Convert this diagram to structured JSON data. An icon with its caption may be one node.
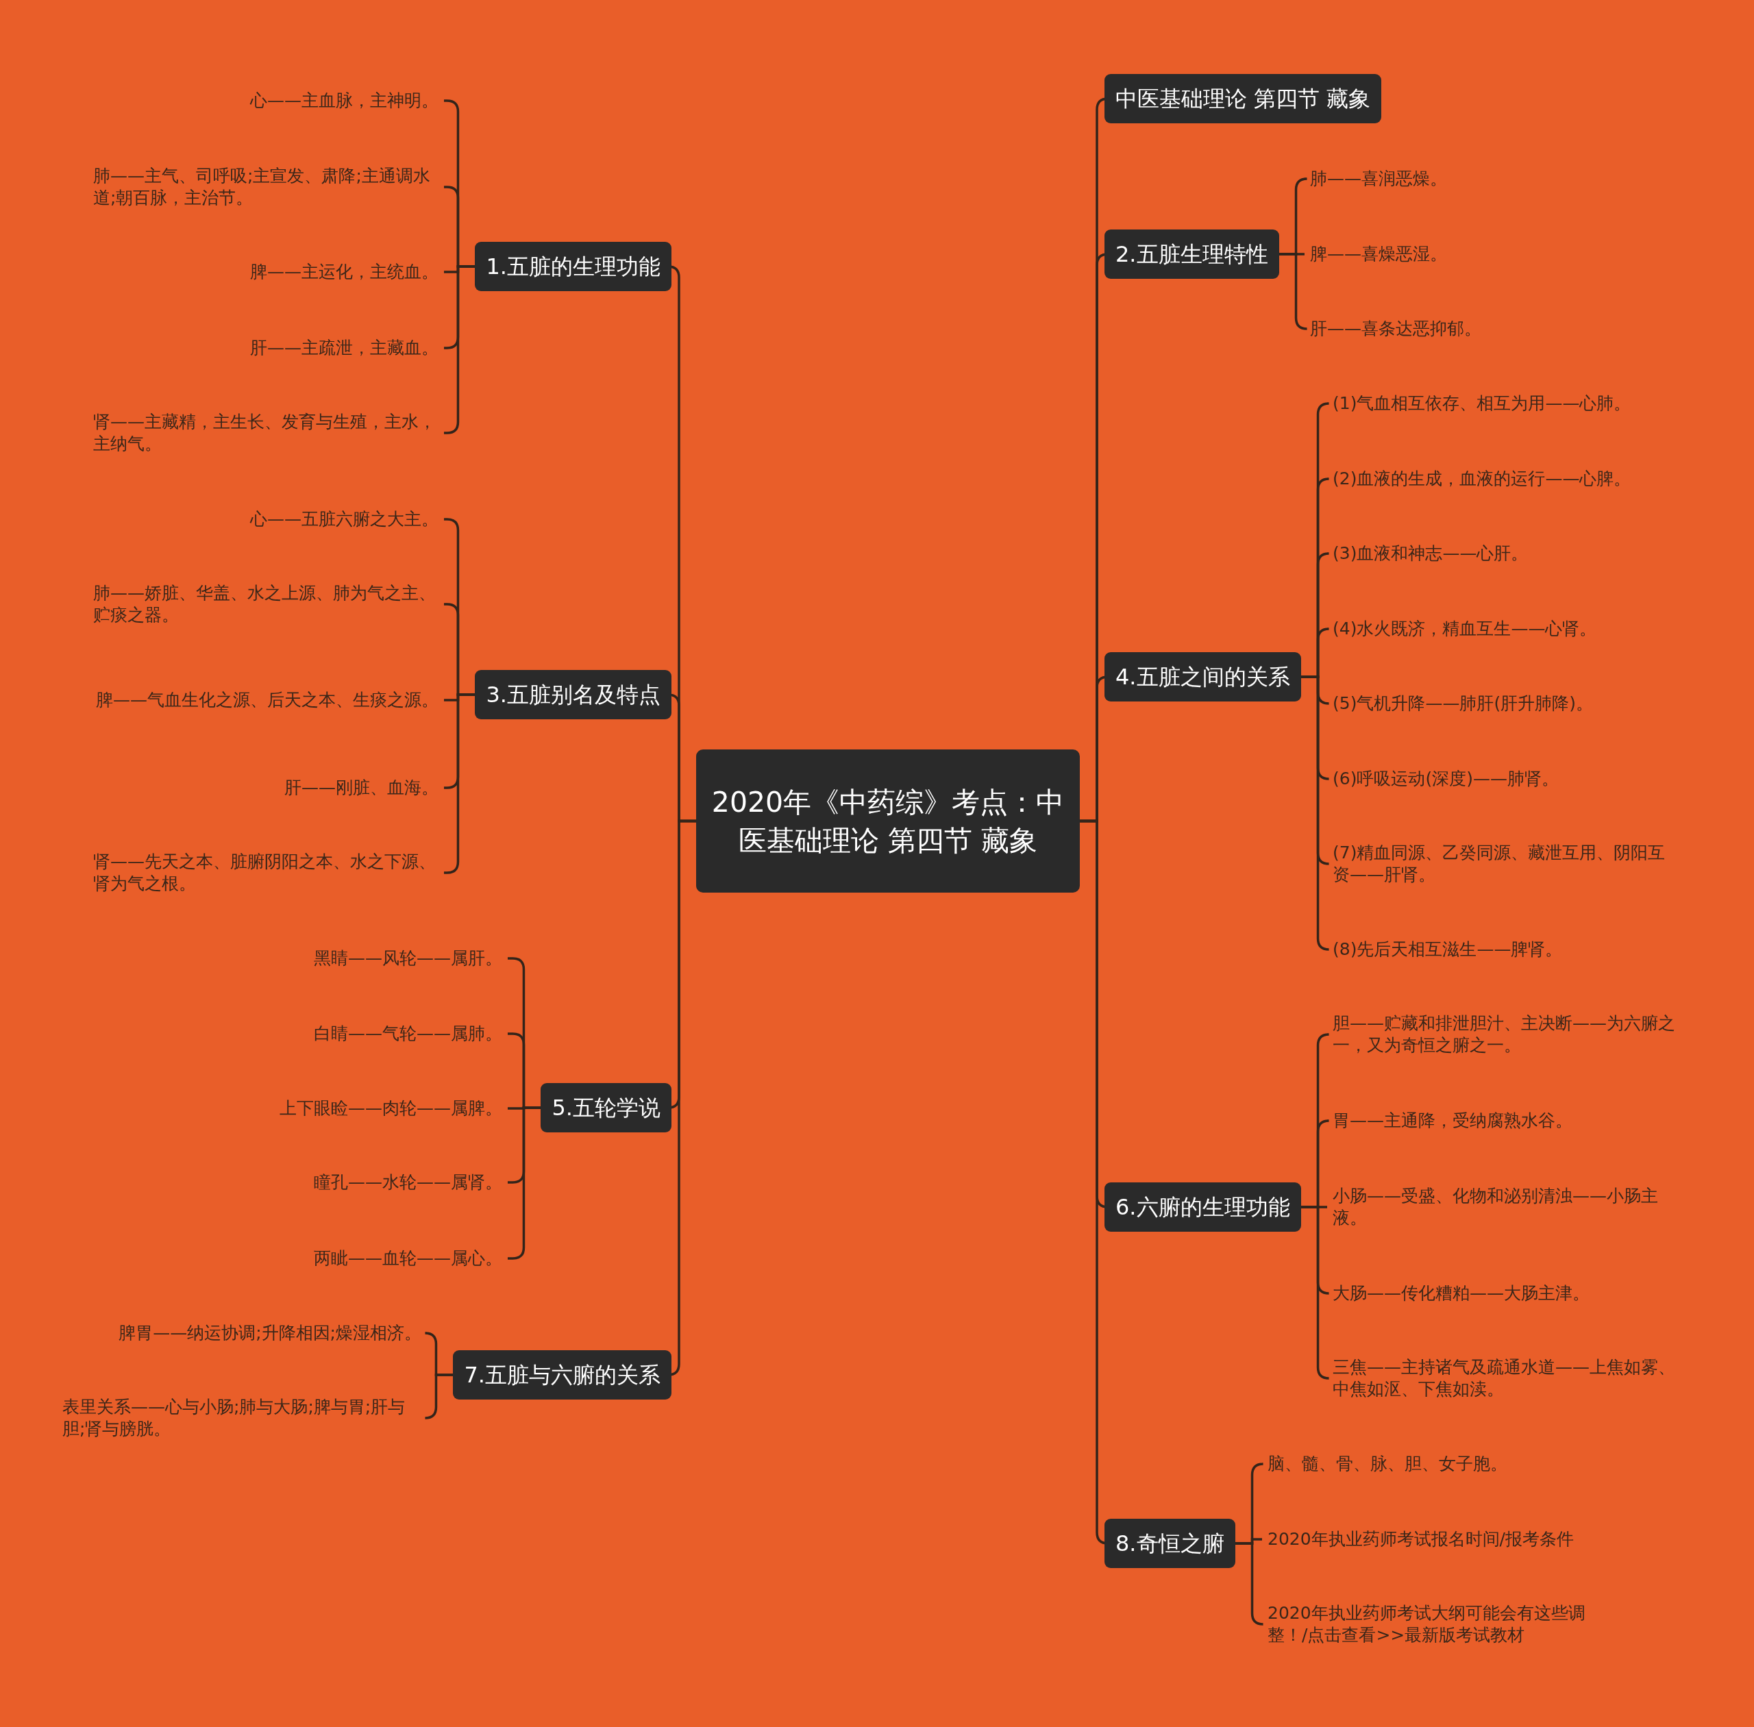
{
  "diagram": {
    "nodes": [
      {
        "text": [
          "2020年《中药综》考点：中医基础理论 第四节 藏象"
        ]
      },
      {
        "text": [
          "中医基础理论 第四节 藏象"
        ]
      },
      {
        "text": [
          "1.五脏的生理功能"
        ]
      },
      {
        "text": [
          "心——主血脉，主神明。"
        ]
      },
      {
        "text": [
          "肺——主气、司呼吸;主宣发、肃降;主通调水道;朝百脉，主治节。"
        ]
      },
      {
        "text": [
          "脾——主运化，主统血。"
        ]
      },
      {
        "text": [
          "肝——主疏泄，主藏血。"
        ]
      },
      {
        "text": [
          "肾——主藏精，主生长、发育与生殖，主水，主纳气。"
        ]
      },
      {
        "text": [
          "2.五脏生理特性"
        ]
      },
      {
        "text": [
          "肺——喜润恶燥。"
        ]
      },
      {
        "text": [
          "脾——喜燥恶湿。"
        ]
      },
      {
        "text": [
          "肝——喜条达恶抑郁。"
        ]
      },
      {
        "text": [
          "3.五脏别名及特点"
        ]
      },
      {
        "text": [
          "心——五脏六腑之大主。"
        ]
      },
      {
        "text": [
          "肺——娇脏、华盖、水之上源、肺为气之主、贮痰之器。"
        ]
      },
      {
        "text": [
          "脾——气血生化之源、后天之本、生痰之源。"
        ]
      },
      {
        "text": [
          "肝——刚脏、血海。"
        ]
      },
      {
        "text": [
          "肾——先天之本、脏腑阴阳之本、水之下源、肾为气之根。"
        ]
      },
      {
        "text": [
          "4.五脏之间的关系"
        ]
      },
      {
        "text": [
          "(1)气血相互依存、相互为用——心肺。"
        ]
      },
      {
        "text": [
          "(2)血液的生成，血液的运行——心脾。"
        ]
      },
      {
        "text": [
          "(3)血液和神志——心肝。"
        ]
      },
      {
        "text": [
          "(4)水火既济，精血互生——心肾。"
        ]
      },
      {
        "text": [
          "(5)气机升降——肺肝(肝升肺降)。"
        ]
      },
      {
        "text": [
          "(6)呼吸运动(深度)——肺肾。"
        ]
      },
      {
        "text": [
          "(7)精血同源、乙癸同源、藏泄互用、阴阳互资——肝肾。"
        ]
      },
      {
        "text": [
          "(8)先后天相互滋生——脾肾。"
        ]
      },
      {
        "text": [
          "5.五轮学说"
        ]
      },
      {
        "text": [
          "黑睛——风轮——属肝。"
        ]
      },
      {
        "text": [
          "白睛——气轮——属肺。"
        ]
      },
      {
        "text": [
          "上下眼睑——肉轮——属脾。"
        ]
      },
      {
        "text": [
          "瞳孔——水轮——属肾。"
        ]
      },
      {
        "text": [
          "两眦——血轮——属心。"
        ]
      },
      {
        "text": [
          "6.六腑的生理功能"
        ]
      },
      {
        "text": [
          "胆——贮藏和排泄胆汁、主决断——为六腑之一，又为奇恒之腑之一。"
        ]
      },
      {
        "text": [
          "胃——主通降，受纳腐熟水谷。"
        ]
      },
      {
        "text": [
          "小肠——受盛、化物和泌别清浊——小肠主液。"
        ]
      },
      {
        "text": [
          "大肠——传化糟粕——大肠主津。"
        ]
      },
      {
        "text": [
          "三焦——主持诸气及疏通水道——上焦如雾、中焦如沤、下焦如渎。"
        ]
      },
      {
        "text": [
          "7.五脏与六腑的关系"
        ]
      },
      {
        "text": [
          "脾胃——纳运协调;升降相因;燥湿相济。"
        ]
      },
      {
        "text": [
          "表里关系——心与小肠;肺与大肠;脾与胃;肝与胆;肾与膀胱。"
        ]
      },
      {
        "text": [
          "8.奇恒之腑"
        ]
      },
      {
        "text": [
          "脑、髓、骨、脉、胆、女子胞。"
        ]
      },
      {
        "text": [
          "2020年执业药师考试报名时间/报考条件"
        ]
      },
      {
        "text": [
          "2020年执业药师考试大纲可能会有这些调整！/点击查看>>最新版考试教材"
        ]
      }
    ],
    "edges": [
      {
        "from": 0,
        "to": 1,
        "arrow": "none"
      },
      {
        "from": 0,
        "to": 2,
        "arrow": "none"
      },
      {
        "from": 2,
        "to": 3,
        "arrow": "none"
      },
      {
        "from": 2,
        "to": 4,
        "arrow": "none"
      },
      {
        "from": 2,
        "to": 5,
        "arrow": "none"
      },
      {
        "from": 2,
        "to": 6,
        "arrow": "none"
      },
      {
        "from": 2,
        "to": 7,
        "arrow": "none"
      },
      {
        "from": 0,
        "to": 8,
        "arrow": "none"
      },
      {
        "from": 8,
        "to": 9,
        "arrow": "none"
      },
      {
        "from": 8,
        "to": 10,
        "arrow": "none"
      },
      {
        "from": 8,
        "to": 11,
        "arrow": "none"
      },
      {
        "from": 0,
        "to": 12,
        "arrow": "none"
      },
      {
        "from": 12,
        "to": 13,
        "arrow": "none"
      },
      {
        "from": 12,
        "to": 14,
        "arrow": "none"
      },
      {
        "from": 12,
        "to": 15,
        "arrow": "none"
      },
      {
        "from": 12,
        "to": 16,
        "arrow": "none"
      },
      {
        "from": 12,
        "to": 17,
        "arrow": "none"
      },
      {
        "from": 0,
        "to": 18,
        "arrow": "none"
      },
      {
        "from": 18,
        "to": 19,
        "arrow": "none"
      },
      {
        "from": 18,
        "to": 20,
        "arrow": "none"
      },
      {
        "from": 18,
        "to": 21,
        "arrow": "none"
      },
      {
        "from": 18,
        "to": 22,
        "arrow": "none"
      },
      {
        "from": 18,
        "to": 23,
        "arrow": "none"
      },
      {
        "from": 18,
        "to": 24,
        "arrow": "none"
      },
      {
        "from": 18,
        "to": 25,
        "arrow": "none"
      },
      {
        "from": 18,
        "to": 26,
        "arrow": "none"
      },
      {
        "from": 0,
        "to": 27,
        "arrow": "none"
      },
      {
        "from": 27,
        "to": 28,
        "arrow": "none"
      },
      {
        "from": 27,
        "to": 29,
        "arrow": "none"
      },
      {
        "from": 27,
        "to": 30,
        "arrow": "none"
      },
      {
        "from": 27,
        "to": 31,
        "arrow": "none"
      },
      {
        "from": 27,
        "to": 32,
        "arrow": "none"
      },
      {
        "from": 0,
        "to": 33,
        "arrow": "none"
      },
      {
        "from": 33,
        "to": 34,
        "arrow": "none"
      },
      {
        "from": 33,
        "to": 35,
        "arrow": "none"
      },
      {
        "from": 33,
        "to": 36,
        "arrow": "none"
      },
      {
        "from": 33,
        "to": 37,
        "arrow": "none"
      },
      {
        "from": 33,
        "to": 38,
        "arrow": "none"
      },
      {
        "from": 0,
        "to": 39,
        "arrow": "none"
      },
      {
        "from": 39,
        "to": 40,
        "arrow": "none"
      },
      {
        "from": 39,
        "to": 41,
        "arrow": "none"
      },
      {
        "from": 0,
        "to": 42,
        "arrow": "none"
      },
      {
        "from": 42,
        "to": 43,
        "arrow": "none"
      },
      {
        "from": 42,
        "to": 44,
        "arrow": "none"
      },
      {
        "from": 42,
        "to": 45,
        "arrow": "none"
      }
    ]
  }
}
